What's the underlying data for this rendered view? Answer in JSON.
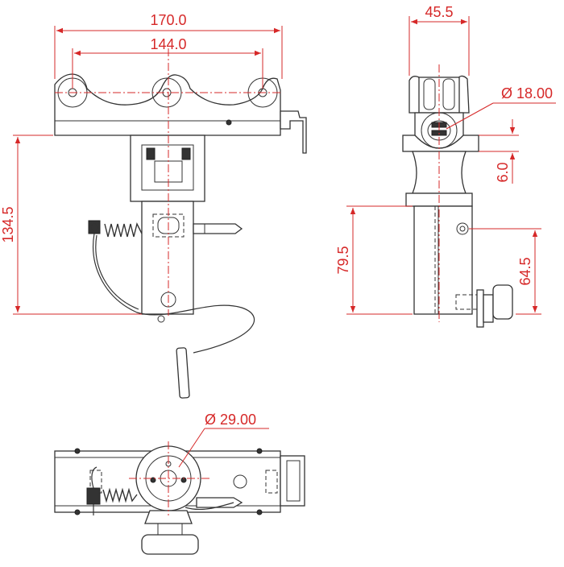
{
  "dimensions": {
    "overall_width": "170.0",
    "wheel_spacing": "144.0",
    "side_width": "45.5",
    "pin_diameter": "Ø 18.00",
    "flange_thickness": "6.0",
    "total_height": "134.5",
    "tube_length": "79.5",
    "hole_height": "64.5",
    "socket_diameter": "Ø 29.00"
  },
  "colors": {
    "dimension": "#d62828",
    "outline": "#333333"
  }
}
